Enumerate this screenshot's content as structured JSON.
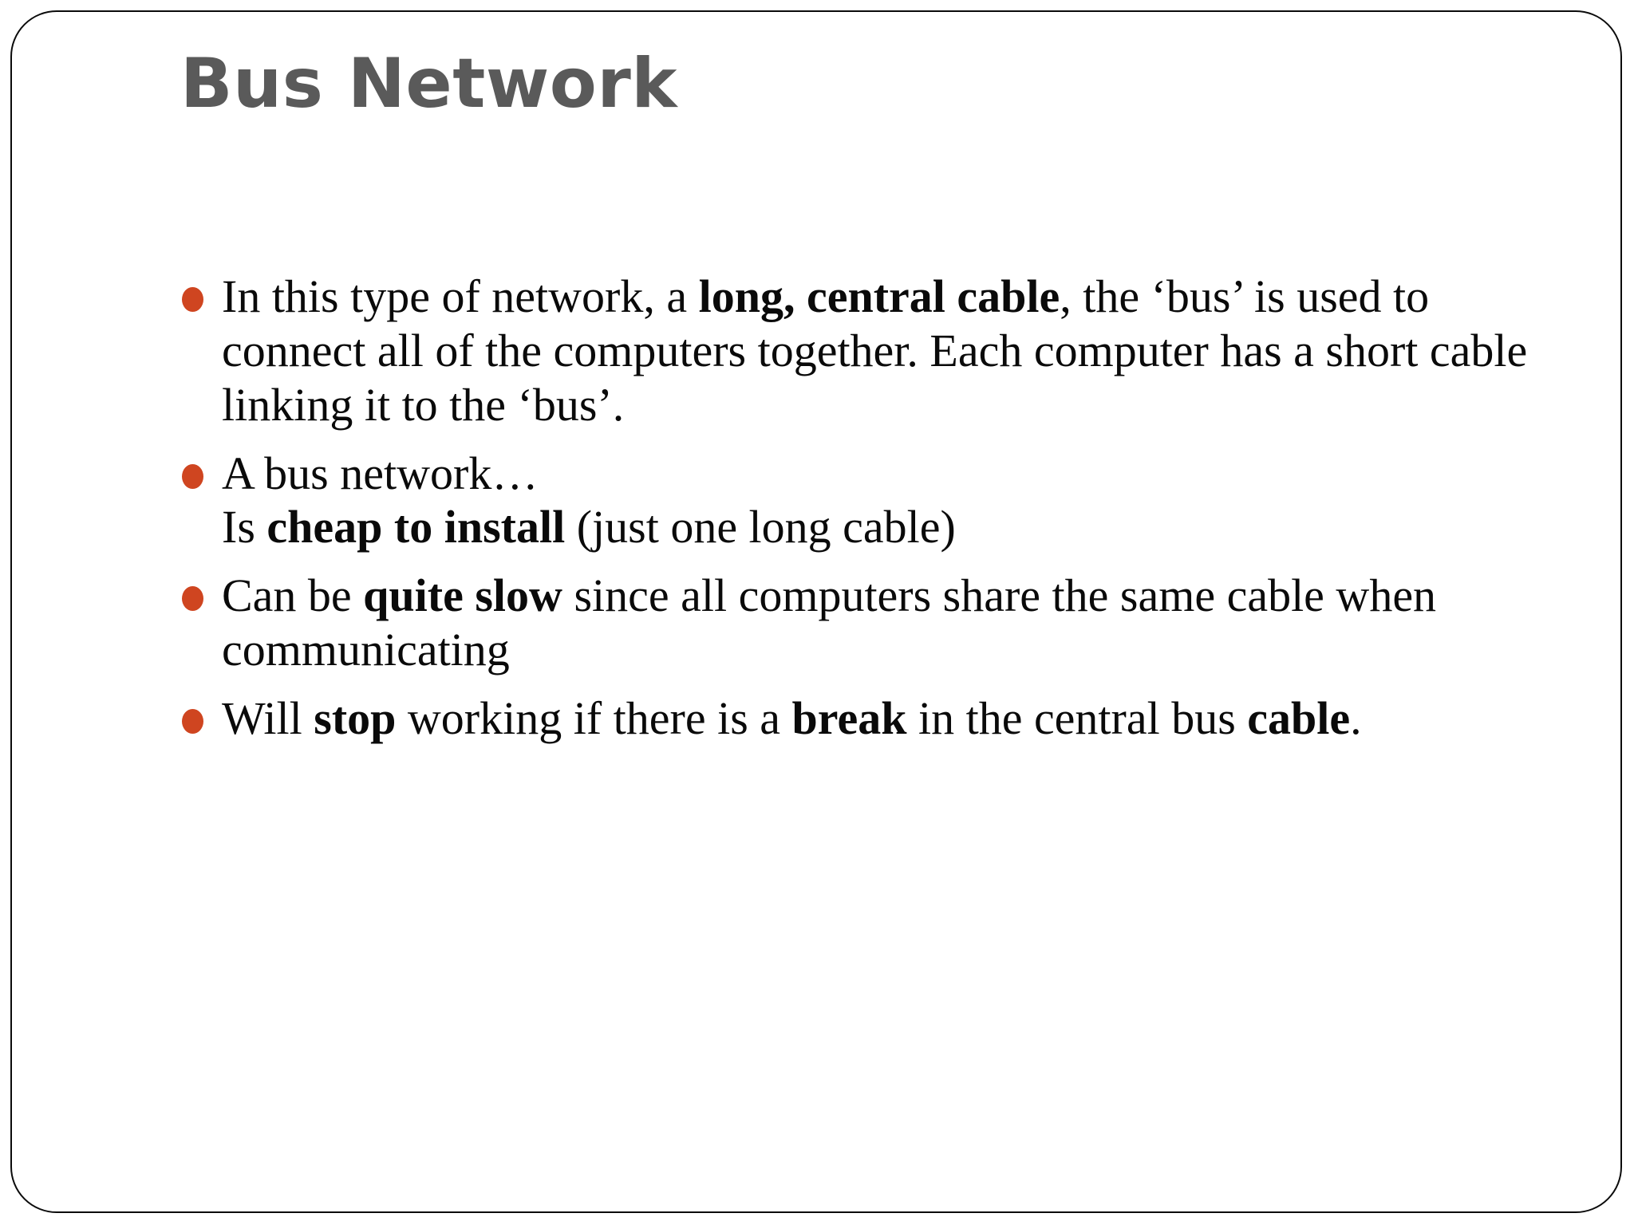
{
  "slide": {
    "title": "Bus Network",
    "title_color": "#5a5a5a",
    "bullet_color": "#cf4520",
    "text_color": "#0a0a0a",
    "background_color": "#ffffff",
    "border_color": "#0b0b0b"
  },
  "bullets": [
    {
      "id": "bullet-1",
      "runs": [
        {
          "text": "In this type of network, a ",
          "bold": false
        },
        {
          "text": "long, central cable",
          "bold": true
        },
        {
          "text": ", the ‘bus’ is used to connect all of the computers together. Each computer has a short cable linking it to the ‘bus’.",
          "bold": false
        }
      ],
      "plain": "In this type of network, a long, central cable, the ‘bus’ is used to connect all of the computers together. Each computer has a short cable linking it to the ‘bus’."
    },
    {
      "id": "bullet-2",
      "runs": [
        {
          "text": "A bus network…",
          "bold": false
        }
      ],
      "plain": "A bus network…",
      "subline_runs": [
        {
          "text": "Is ",
          "bold": false
        },
        {
          "text": "cheap to install",
          "bold": true
        },
        {
          "text": " (just one long cable)",
          "bold": false
        }
      ],
      "subline_plain": "Is cheap to install (just one long cable)"
    },
    {
      "id": "bullet-3",
      "runs": [
        {
          "text": "Can be ",
          "bold": false
        },
        {
          "text": "quite slow",
          "bold": true
        },
        {
          "text": " since all computers share the same cable when communicating",
          "bold": false
        }
      ],
      "plain": "Can be quite slow since all computers share the same cable when communicating"
    },
    {
      "id": "bullet-4",
      "runs": [
        {
          "text": "Will ",
          "bold": false
        },
        {
          "text": "stop",
          "bold": true
        },
        {
          "text": " working if there is a ",
          "bold": false
        },
        {
          "text": "break",
          "bold": true
        },
        {
          "text": " in the central bus ",
          "bold": false
        },
        {
          "text": "cable",
          "bold": true
        },
        {
          "text": ".",
          "bold": false
        }
      ],
      "plain": "Will stop working if there is a break in the central bus cable."
    }
  ]
}
